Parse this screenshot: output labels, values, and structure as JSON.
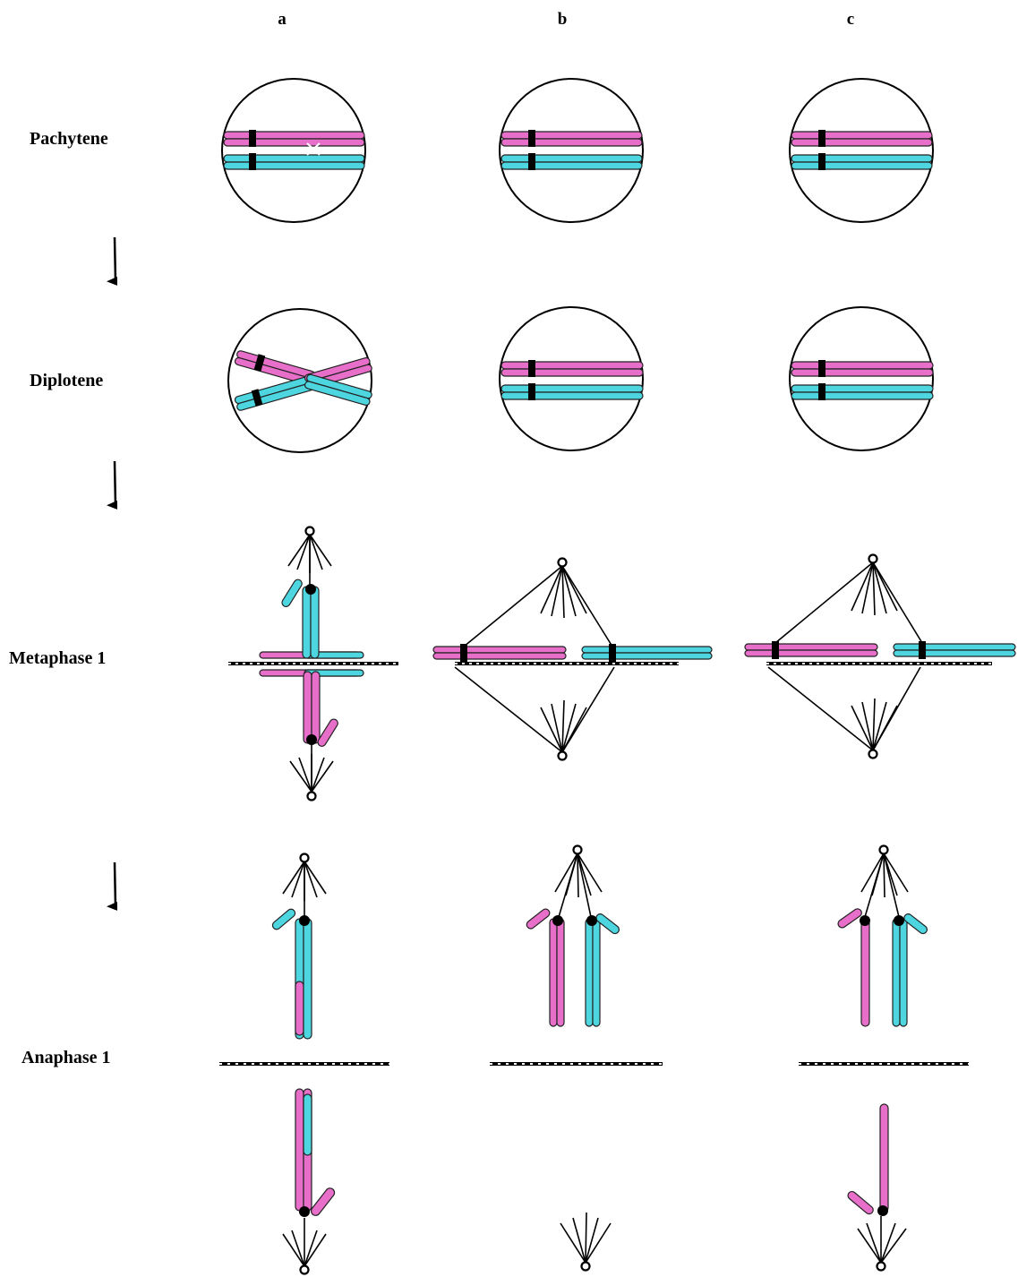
{
  "column_labels": [
    "a",
    "b",
    "c"
  ],
  "row_labels": {
    "pachytene": "Pachytene",
    "diplotene": "Diplotene",
    "metaphase": "Metaphase 1",
    "anaphase": "Anaphase 1"
  },
  "colors": {
    "homolog_1": "#e86fc9",
    "homolog_2": "#4dd6e0",
    "outline": "#000000"
  },
  "icons": [
    "down-arrow-icon",
    "spindle-pole-icon",
    "cell-outline-icon"
  ]
}
